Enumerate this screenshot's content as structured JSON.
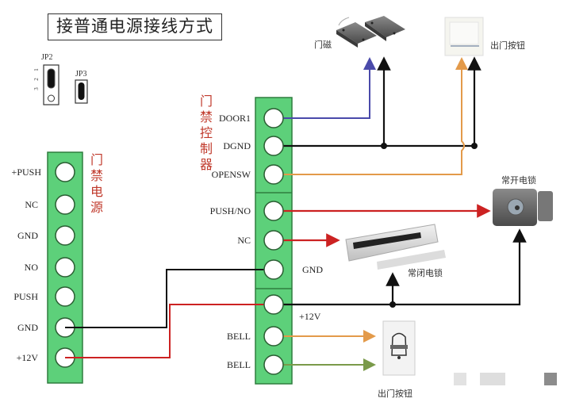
{
  "title": "接普通电源接线方式",
  "jumpers": {
    "jp2": {
      "label": "JP2",
      "pins": [
        "1",
        "2",
        "3"
      ]
    },
    "jp3": {
      "label": "JP3"
    }
  },
  "power_supply": {
    "name": "门禁电源",
    "name_chars": [
      "门",
      "禁",
      "电",
      "源"
    ],
    "terminals": [
      "+PUSH",
      "NC",
      "GND",
      "NO",
      "PUSH",
      "GND",
      "+12V"
    ]
  },
  "controller": {
    "name": "门禁控制器",
    "name_chars": [
      "门",
      "禁",
      "控",
      "制",
      "器"
    ],
    "terminals": [
      "DOOR1",
      "DGND",
      "OPENSW",
      "PUSH/NO",
      "NC",
      "GND",
      "+12V",
      "BELL",
      "BELL"
    ],
    "label_side": [
      "left",
      "left",
      "left",
      "left",
      "left",
      "right",
      "right",
      "left",
      "left"
    ]
  },
  "devices": {
    "door_magnet": "门磁",
    "exit_button_top": "出门按钮",
    "normally_open_lock": "常开电锁",
    "normally_closed_lock": "常闭电锁",
    "exit_button_bottom": "出门按钮"
  },
  "colors": {
    "board_green": "#5dd07a",
    "board_border": "#2e7d3e",
    "wire_blue": "#4a4aaa",
    "wire_black": "#111111",
    "wire_orange": "#e39a4a",
    "wire_red": "#cc2222",
    "wire_green": "#7a9a4a",
    "label_red": "#c0392b"
  }
}
